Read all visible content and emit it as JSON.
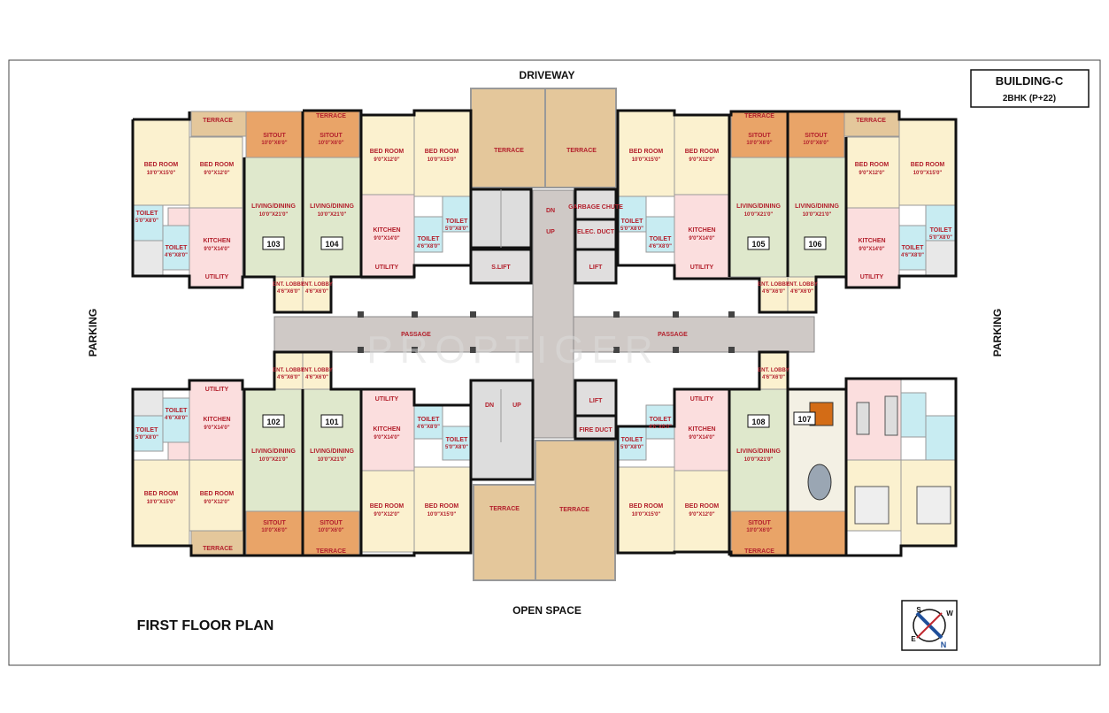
{
  "site": {
    "driveway": "DRIVEWAY",
    "open_space": "OPEN SPACE",
    "parking_left": "PARKING",
    "parking_right": "PARKING",
    "plan_title": "FIRST FLOOR PLAN",
    "watermark": "PROPTIGER"
  },
  "building": {
    "name": "BUILDING-C",
    "type": "2BHK (P+22)"
  },
  "core": {
    "passage": "PASSAGE",
    "terrace": "TERRACE",
    "garbage_chute": "GARBAGE CHUTE",
    "elec_duct": "ELEC. DUCT",
    "fire_duct": "FIRE DUCT",
    "s_lift": "S.LIFT",
    "lift": "LIFT",
    "dn": "DN",
    "up": "UP"
  },
  "rooms": {
    "terrace": "TERRACE",
    "sitout": "SITOUT",
    "sitout_dim": "10'0\"X6'0\"",
    "living": "LIVING/DINING",
    "living_dim": "10'0\"X21'0\"",
    "kitchen": "KITCHEN",
    "kitchen_dim": "9'0\"X14'0\"",
    "utility": "UTILITY",
    "bed": "BED ROOM",
    "bed_big_dim": "10'0\"X15'0\"",
    "bed_small_dim": "9'0\"X12'0\"",
    "toilet": "TOILET",
    "toilet_dim": "5'0\"X8'0\"",
    "toilet2_dim": "4'6\"X8'0\"",
    "ent_lobby": "ENT. LOBBY",
    "ent_lobby_dim": "4'6\"X6'0\""
  },
  "flats": [
    "101",
    "102",
    "103",
    "104",
    "105",
    "106",
    "107",
    "108"
  ],
  "compass": {
    "n": "N",
    "s": "S",
    "e": "E",
    "w": "W"
  },
  "colors": {
    "wall": "#111111",
    "bedroom": "#fbf1cf",
    "living": "#dfe8cc",
    "kitchen": "#fbdede",
    "toilet": "#c8ecf2",
    "terrace": "#e4c79b",
    "sitout": "#e9a468",
    "passage": "#cfc9c6",
    "label": "#b3202c"
  }
}
